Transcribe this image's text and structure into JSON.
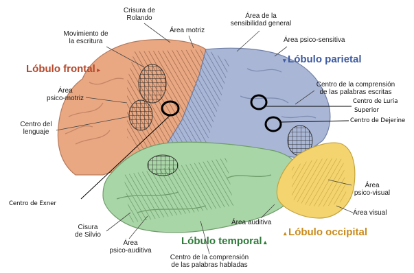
{
  "lobes": {
    "frontal": "Lóbulo frontal",
    "parietal": "Lóbulo parietal",
    "temporal": "Lóbulo temporal",
    "occipital": "Lóbulo occipital"
  },
  "labels": {
    "rolando_1": "Crisura de",
    "rolando_2": "Rolando",
    "area_sens_1": "Área de la",
    "area_sens_2": "sensibilidad general",
    "mov_escr_1": "Movimiento de",
    "mov_escr_2": "la escritura",
    "area_motriz": "Área motriz",
    "area_psico_sens": "Área psico-sensitiva",
    "psico_motriz_1": "Área",
    "psico_motriz_2": "psico-motriz",
    "centro_lenguaje_1": "Centro del",
    "centro_lenguaje_2": "lenguaje",
    "comp_escritas_1": "Centro de la comprensión",
    "comp_escritas_2": "de las palabras escritas",
    "psico_visual_1": "Área",
    "psico_visual_2": "psico-visual",
    "area_visual": "Área visual",
    "area_auditiva": "Área auditiva",
    "silvio_1": "Cisura",
    "silvio_2": "de Silvio",
    "psico_auditiva_1": "Área",
    "psico_auditiva_2": "psico-auditiva",
    "comp_habladas_1": "Centro de la comprensión",
    "comp_habladas_2": "de las palabras habladas"
  },
  "annotations": {
    "luria_1": "Centro de Luria",
    "luria_2": "Superior",
    "dejerine": "Centro de Dejerine",
    "exner": "Centro de Exner"
  },
  "colors": {
    "frontal": "#e9a882",
    "parietal": "#a9b6d6",
    "temporal": "#a9d6a6",
    "occipital": "#f3d46e",
    "lobe_text_frontal": "#b5472a",
    "lobe_text_parietal": "#3d5aa0",
    "lobe_text_temporal": "#2f7a3a",
    "lobe_text_occipital": "#c98a1a"
  }
}
